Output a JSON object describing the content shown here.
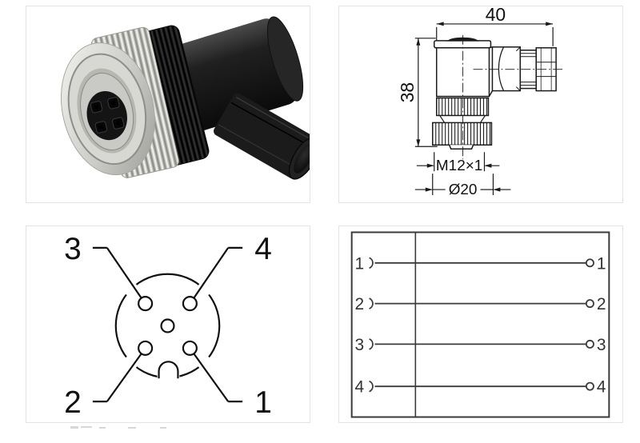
{
  "colors": {
    "background": "#ffffff",
    "panel_border": "#e3e3e3",
    "drawing_line": "#1a1a1a",
    "pin_line": "#111111",
    "wiring_line": "#3a3a3a",
    "connector_body": "#1a1a1a",
    "connector_nut": "#c6c6c2"
  },
  "dimension_drawing": {
    "width": "40",
    "height": "38",
    "thread": "M12×1",
    "diameter": "Ø20"
  },
  "pin_layout": {
    "pins": [
      {
        "label": "3",
        "position": "top-left"
      },
      {
        "label": "4",
        "position": "top-right"
      },
      {
        "label": "2",
        "position": "bottom-left"
      },
      {
        "label": "1",
        "position": "bottom-right"
      }
    ]
  },
  "wiring_diagram": {
    "rows": [
      {
        "left": "1",
        "right": "1"
      },
      {
        "left": "2",
        "right": "2"
      },
      {
        "left": "3",
        "right": "3"
      },
      {
        "left": "4",
        "right": "4"
      }
    ]
  }
}
